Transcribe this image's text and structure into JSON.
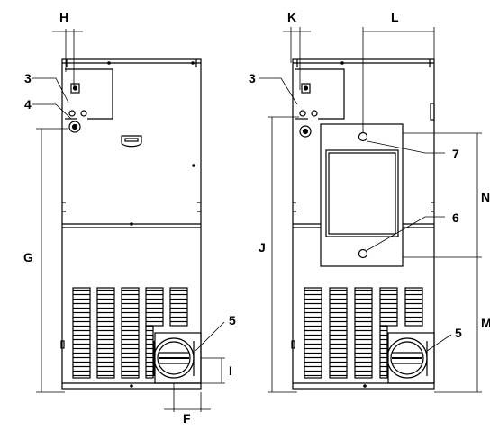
{
  "labels": {
    "H": "H",
    "K": "K",
    "L": "L",
    "G": "G",
    "J": "J",
    "N": "N",
    "M": "M",
    "I": "I",
    "F": "F",
    "callout_3_left": "3",
    "callout_4_left": "4",
    "callout_5_left": "5",
    "callout_3_right": "3",
    "callout_7_right": "7",
    "callout_6_right": "6",
    "callout_5_right": "5"
  },
  "colors": {
    "line": "#000000",
    "panel_fill": "#ffffff"
  }
}
